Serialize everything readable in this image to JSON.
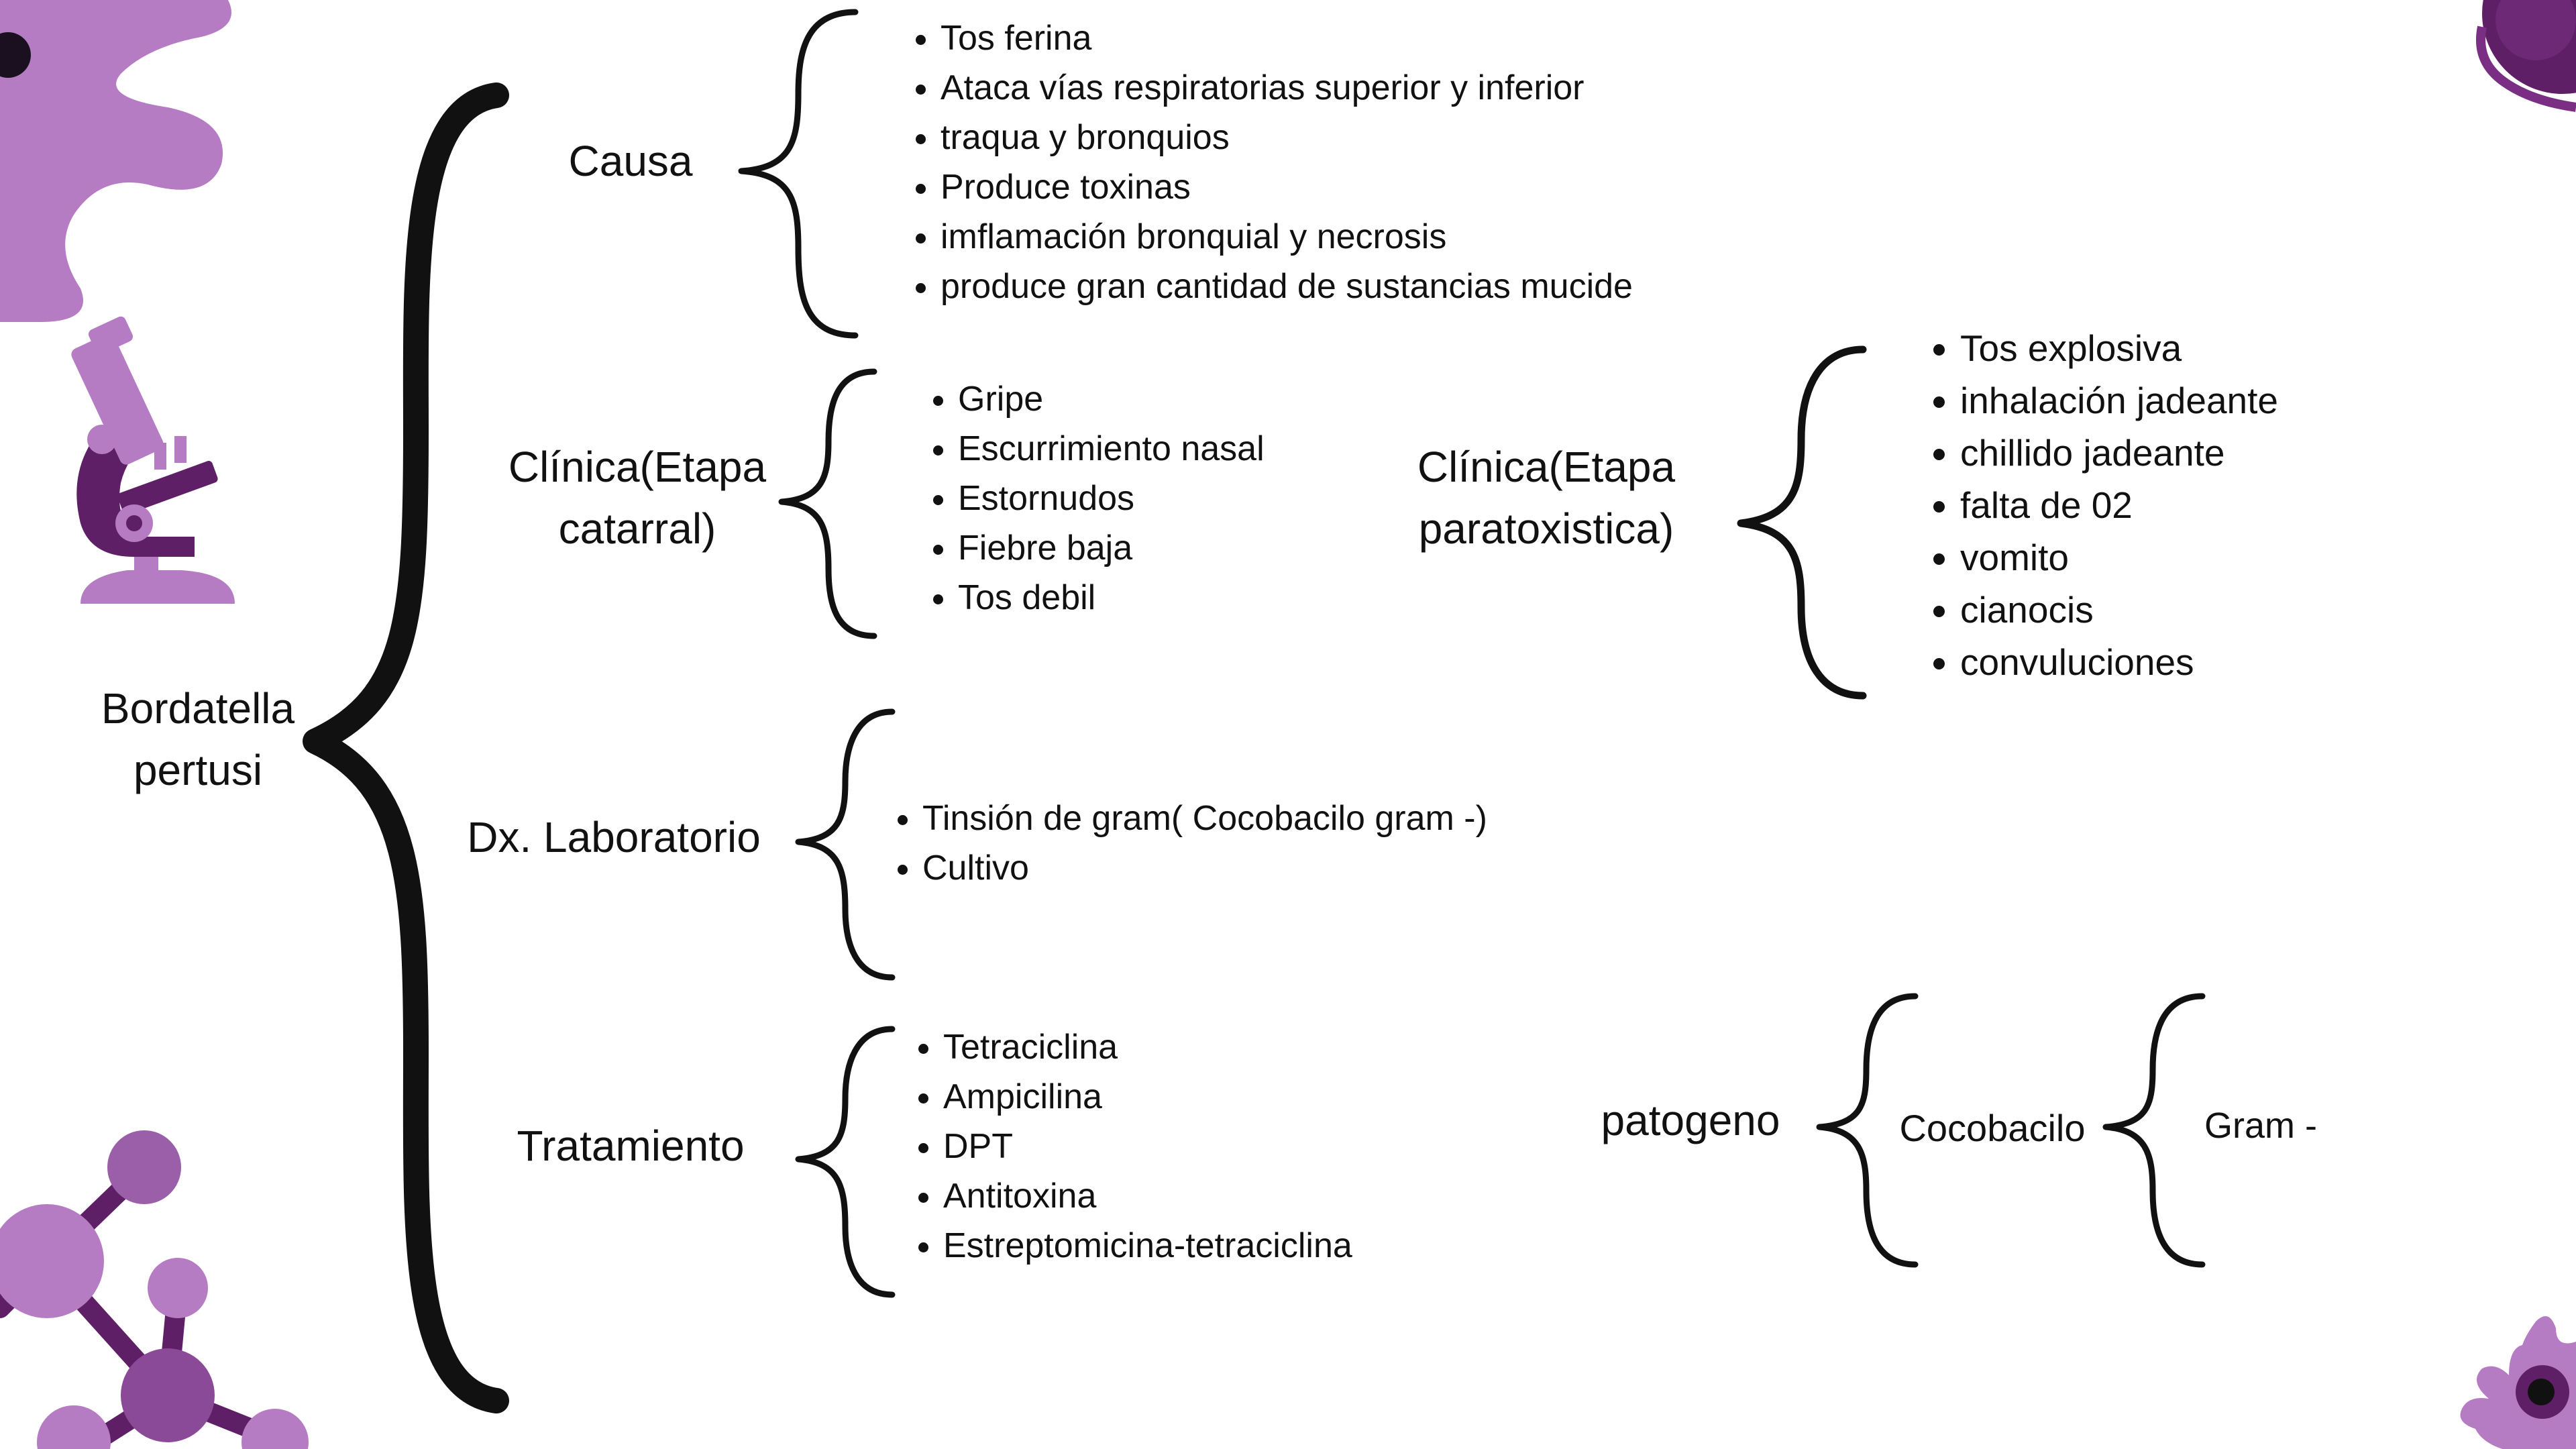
{
  "diagram": {
    "root": {
      "line1": "Bordatella",
      "line2": "pertusi"
    },
    "causa": {
      "label": "Causa",
      "items": [
        "Tos ferina",
        "Ataca vías respiratorias superior y inferior",
        "traqua y bronquios",
        "Produce toxinas",
        "imflamación bronquial y necrosis",
        "produce gran cantidad de sustancias mucide"
      ]
    },
    "catarral": {
      "label_line1": "Clínica(Etapa",
      "label_line2": "catarral)",
      "items": [
        "Gripe",
        "Escurrimiento nasal",
        "Estornudos",
        "Fiebre baja",
        "Tos debil"
      ]
    },
    "paratoxistica": {
      "label_line1": "Clínica(Etapa",
      "label_line2": "paratoxistica)",
      "items": [
        "Tos explosiva",
        "inhalación jadeante",
        "chillido jadeante",
        "falta de 02",
        "vomito",
        "cianocis",
        "convuluciones"
      ]
    },
    "laboratorio": {
      "label": "Dx. Laboratorio",
      "items": [
        "Tinsión de gram( Cocobacilo gram -)",
        "Cultivo"
      ]
    },
    "tratamiento": {
      "label": "Tratamiento",
      "items": [
        "Tetraciclina",
        "Ampicilina",
        "DPT",
        "Antitoxina",
        "Estreptomicina-tetraciclina"
      ]
    },
    "patogeno": {
      "label": "patogeno",
      "child": "Cocobacilo",
      "grandchild": "Gram -"
    }
  },
  "colors": {
    "accent": "#B57CC3",
    "accent_dark": "#5E1F66",
    "text": "#111111"
  }
}
